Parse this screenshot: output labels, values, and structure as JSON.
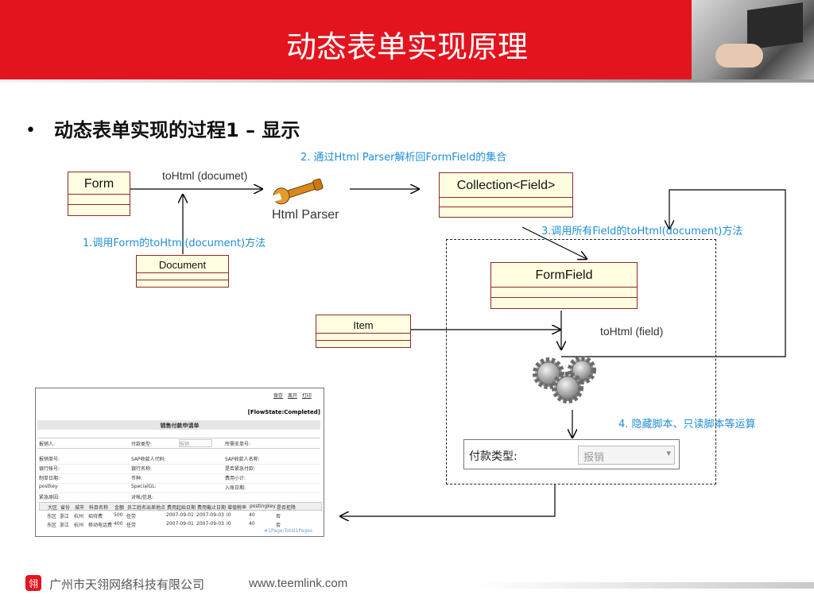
{
  "slide": {
    "title": "动态表单实现原理",
    "bullet": "•",
    "subtitle": "动态表单实现的过程1 – 显示"
  },
  "diagram": {
    "boxes": {
      "form": "Form",
      "document": "Document",
      "collection": "Collection<Field>",
      "formfield": "FormField",
      "item": "Item"
    },
    "labels": {
      "tohtml_document": "toHtml (documet)",
      "html_parser": "Html Parser",
      "tohtml_field": "toHtml (field)"
    },
    "steps": {
      "step1": "1.调用Form的toHtml(document)方法",
      "step2": "2. 通过Html Parser解析回FormField的集合",
      "step3": "3.调用所有Field的toHtml(document)方法",
      "step4": "4. 隐藏脚本、只读脚本等运算"
    },
    "icons": {
      "wrench": "wrench-icon",
      "gears": "gears-icon"
    },
    "colors": {
      "header_red": "#e4141e",
      "step_blue": "#1f8dd6",
      "box_fill": "#fffee0",
      "box_border": "#8b2a2a"
    }
  },
  "payment_widget": {
    "label": "付款类型:",
    "value": "报销"
  },
  "form_screenshot": {
    "buttons": [
      "保存",
      "离开",
      "打印"
    ],
    "flow_state": "[FlowState:Completed]",
    "form_title": "销售付款申请单",
    "row1": [
      "报销人:",
      "付款类型:",
      "报销",
      "所需支单号:"
    ],
    "fields": [
      [
        "报销单号:",
        "SAP收款人代码:",
        "SAP收款人名称:"
      ],
      [
        "银行帐号:",
        "银行名称:",
        "是否紧急付款:"
      ],
      [
        "制单日期:",
        "币种:",
        "费用小计:"
      ],
      [
        "postkey:",
        "SpecialGL:",
        "入账日期:"
      ],
      [
        "紧急原因:",
        "对帐/信息:",
        ""
      ]
    ],
    "grid_headers": [
      "大区",
      "省份",
      "城市",
      "科目名称",
      "金额",
      "员工姓名",
      "出差地点",
      "费用起始日期",
      "费用截止日期",
      "增值税率",
      "postingkey",
      "是否拒降"
    ],
    "grid_rows": [
      [
        "东区",
        "浙江",
        "杭州",
        "招待费",
        "500",
        "任劳",
        "",
        "2007-09-01",
        "2007-09-03",
        "I0",
        "40",
        "否"
      ],
      [
        "东区",
        "浙江",
        "杭州",
        "移动电话费",
        "400",
        "任劳",
        "",
        "2007-09-01",
        "2007-09-03",
        "I0",
        "40",
        "否"
      ]
    ],
    "pager": "#1Page/Total1Pages"
  },
  "footer": {
    "company": "广州市天翎网络科技有限公司",
    "website": "www.teemlink.com"
  }
}
